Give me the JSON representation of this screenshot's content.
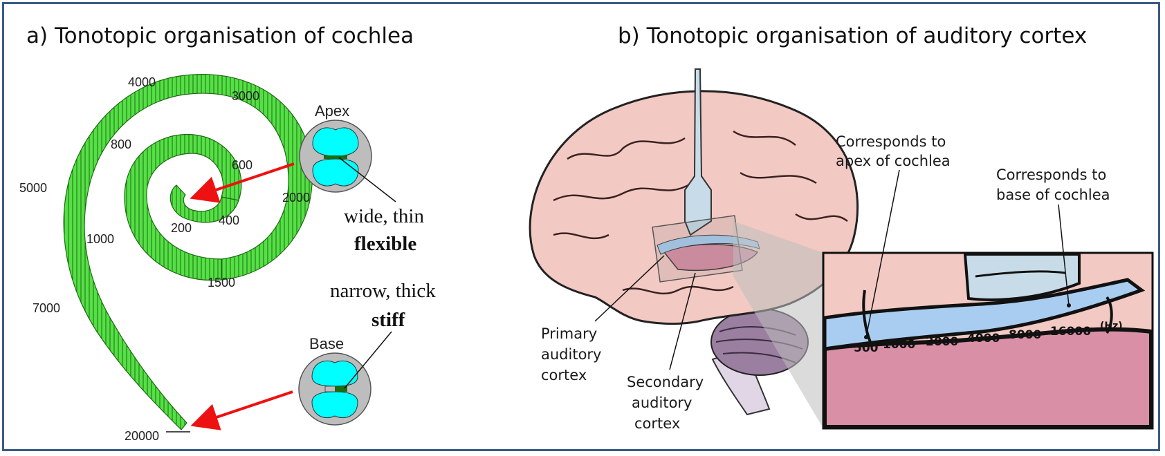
{
  "panel_a": {
    "title": "a) Tonotopic organisation of cochlea",
    "frequencies": [
      "4000",
      "3000",
      "800",
      "600",
      "5000",
      "2000",
      "400",
      "200",
      "1000",
      "1500",
      "7000",
      "20000"
    ],
    "apex": {
      "label": "Apex",
      "desc_line1": "wide, thin",
      "desc_line2": "flexible"
    },
    "base": {
      "label": "Base",
      "desc_line1": "narrow, thick",
      "desc_line2": "stiff"
    },
    "colors": {
      "cochlea": "#55e046",
      "fluid": "#00ffff",
      "arrow": "#ee1111"
    }
  },
  "panel_b": {
    "title": "b) Tonotopic organisation of auditory cortex",
    "apex_callout": {
      "line1": "Corresponds to",
      "line2": "apex of cochlea"
    },
    "base_callout": {
      "line1": "Corresponds to",
      "line2": "base of cochlea"
    },
    "primary": {
      "line1": "Primary",
      "line2": "auditory",
      "line3": "cortex"
    },
    "secondary": {
      "line1": "Secondary",
      "line2": "auditory",
      "line3": "cortex"
    },
    "tonotopic_scale": [
      "500",
      "1000",
      "2000",
      "4000",
      "8000",
      "16000"
    ],
    "unit": "(Hz)",
    "colors": {
      "brain": "#f2c9c3",
      "cortex_band": "#a9cdf0",
      "temporal": "#d98fa6"
    }
  }
}
